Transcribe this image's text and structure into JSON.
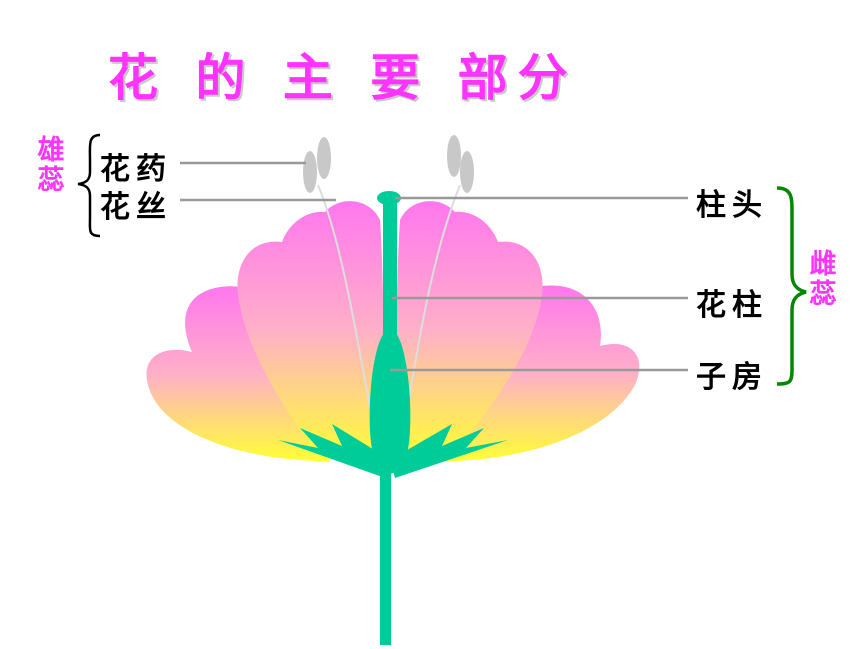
{
  "title": "花 的 主 要 部分",
  "stamen": {
    "group_label": "雄蕊",
    "parts": [
      "花药",
      "花丝"
    ]
  },
  "pistil": {
    "group_label": "雌蕊",
    "parts": [
      "柱头",
      "花柱",
      "子房"
    ]
  },
  "colors": {
    "title": "#ff33ff",
    "stamen_group": "#ff33ff",
    "pistil_group": "#ff33ff",
    "pistil_brace": "#008800",
    "pistil_body": "#00cc99",
    "petal_top": "#ff77ee",
    "petal_bottom": "#ffff33",
    "anther": "#c8c8c8"
  }
}
